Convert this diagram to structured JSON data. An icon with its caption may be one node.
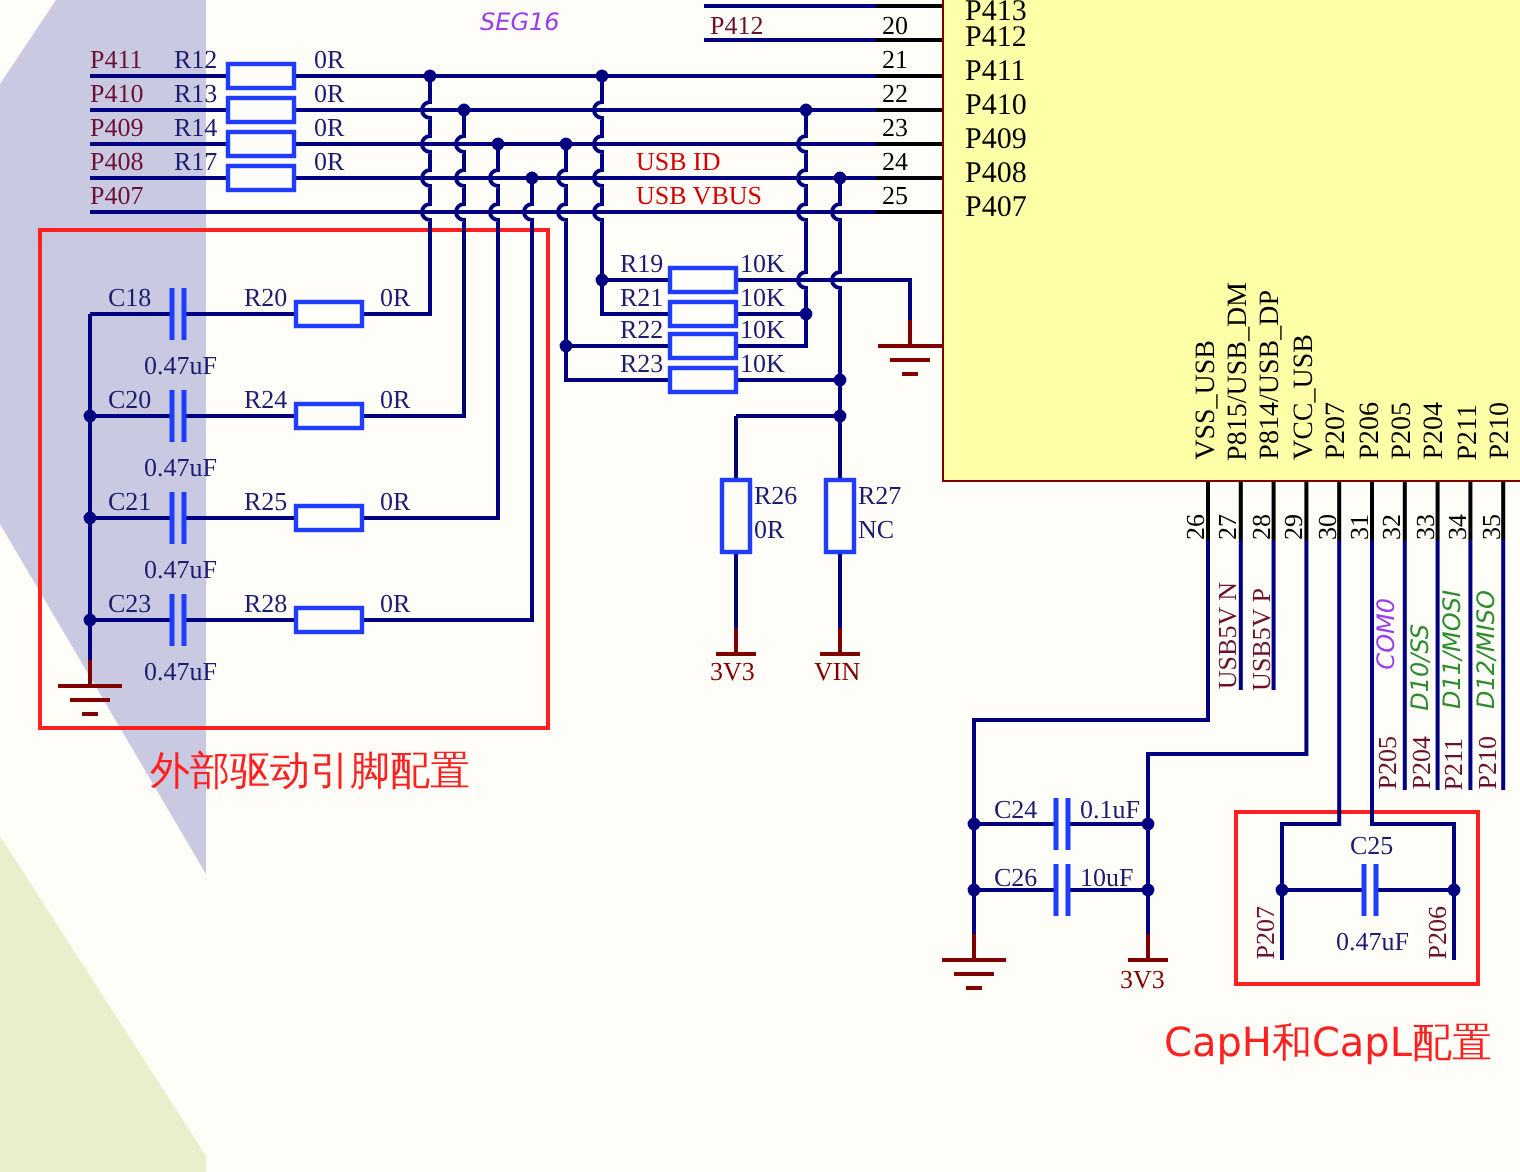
{
  "diagram": {
    "nodes": [
      {
        "text": [
          "外部驱动引脚配置"
        ]
      },
      {
        "text": [
          "P413",
          "P412",
          "P411",
          "P410",
          "P409",
          "P408",
          "P407",
          "VSS_USB",
          "P815/USB_DM",
          "P814/USB_DP",
          "VCC_USB",
          "P207",
          "P206",
          "P205",
          "P204",
          "P211",
          "P210"
        ]
      },
      {
        "text": [
          "CapH和CapL配置"
        ]
      }
    ],
    "labels": [
      "SEG16",
      "P412",
      "20",
      "P411",
      "R12",
      "0R",
      "21",
      "P410",
      "R13",
      "0R",
      "22",
      "P409",
      "R14",
      "0R",
      "23",
      "P408",
      "R17",
      "0R",
      "USB ID",
      "24",
      "P407",
      "USB VBUS",
      "25",
      "C18",
      "R20",
      "0R",
      "0.47uF",
      "R19",
      "10K",
      "R21",
      "10K",
      "C20",
      "R24",
      "0R",
      "R22",
      "10K",
      "R23",
      "10K",
      "0.47uF",
      "C21",
      "R25",
      "0R",
      "R26",
      "0R",
      "R27",
      "NC",
      "0.47uF",
      "C23",
      "R28",
      "0R",
      "0.47uF",
      "3V3",
      "VIN",
      "26",
      "27",
      "28",
      "29",
      "30",
      "31",
      "32",
      "33",
      "34",
      "35",
      "USB5V N",
      "USB5V P",
      "COM0",
      "D10/SS",
      "D11/MOSI",
      "D12/MISO",
      "P205",
      "P204",
      "P211",
      "P210",
      "C24",
      "0.1uF",
      "C26",
      "10uF",
      "3V3",
      "C25",
      "P207",
      "0.47uF",
      "P206"
    ]
  }
}
